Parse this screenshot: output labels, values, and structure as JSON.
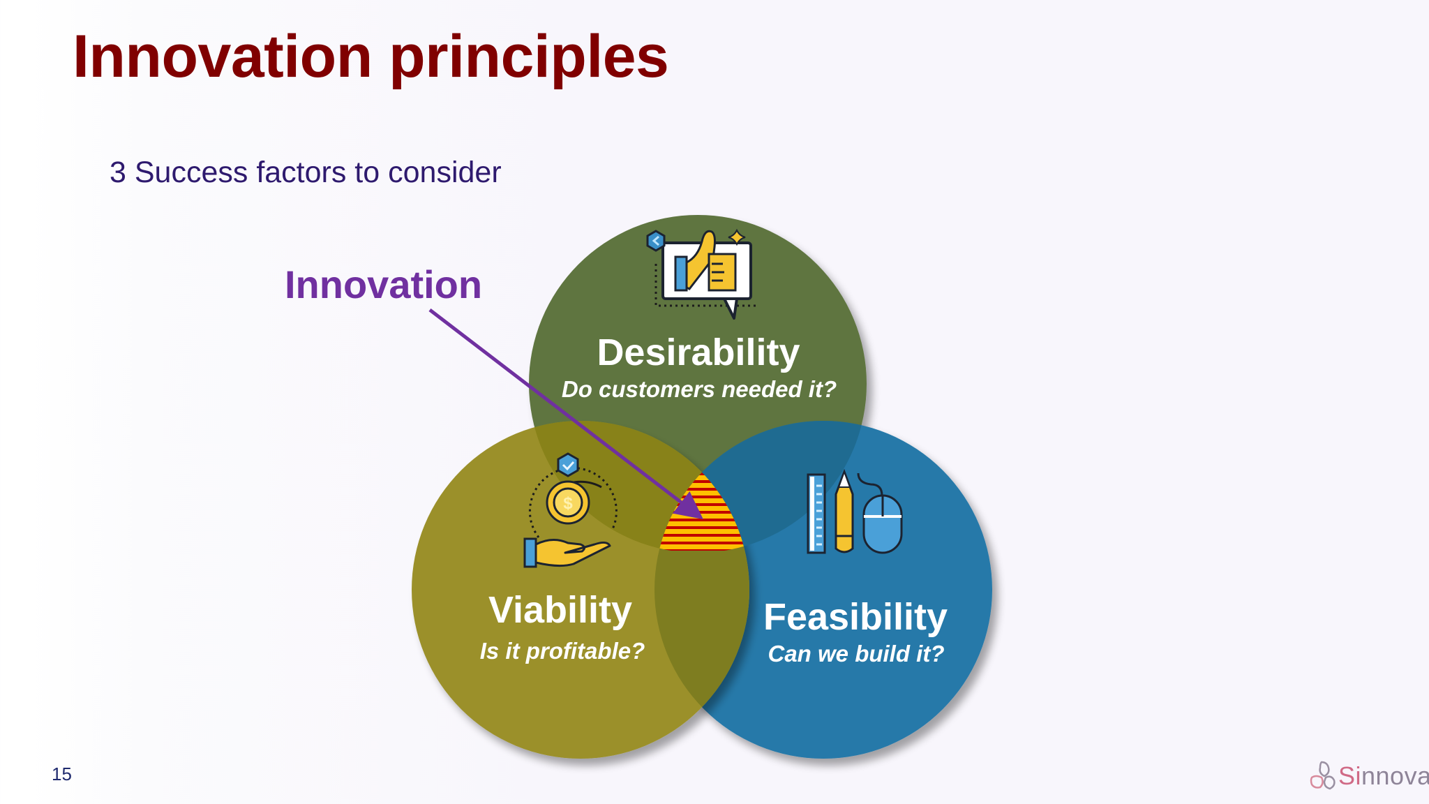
{
  "slide": {
    "title": "Innovation principles",
    "subtitle": "3 Success factors to consider",
    "page_number": "15"
  },
  "diagram": {
    "type": "venn",
    "callout": {
      "label": "Innovation",
      "color": "#7030a0",
      "points_to": "intersection of all three circles"
    },
    "circles": [
      {
        "id": "desirability",
        "title": "Desirability",
        "question": "Do customers needed it?",
        "color": "#5e7441",
        "icon": "thumbs-up-speech-bubble-icon"
      },
      {
        "id": "viability",
        "title": "Viability",
        "question": "Is it profitable?",
        "color": "#9b9029",
        "icon": "hand-holding-coin-icon"
      },
      {
        "id": "feasibility",
        "title": "Feasibility",
        "question": "Can we build it?",
        "color": "#2679a9",
        "icon": "ruler-pencil-mouse-icon"
      }
    ],
    "intersection_fill": {
      "pattern": "horizontal-stripes",
      "colors": [
        "#ffc000",
        "#c00000"
      ]
    }
  },
  "logo": {
    "text_accent": "Si",
    "text_rest": "nnova"
  },
  "colors": {
    "title": "#800000",
    "subtitle": "#2e1a6e",
    "background": "#f8f6fc"
  }
}
